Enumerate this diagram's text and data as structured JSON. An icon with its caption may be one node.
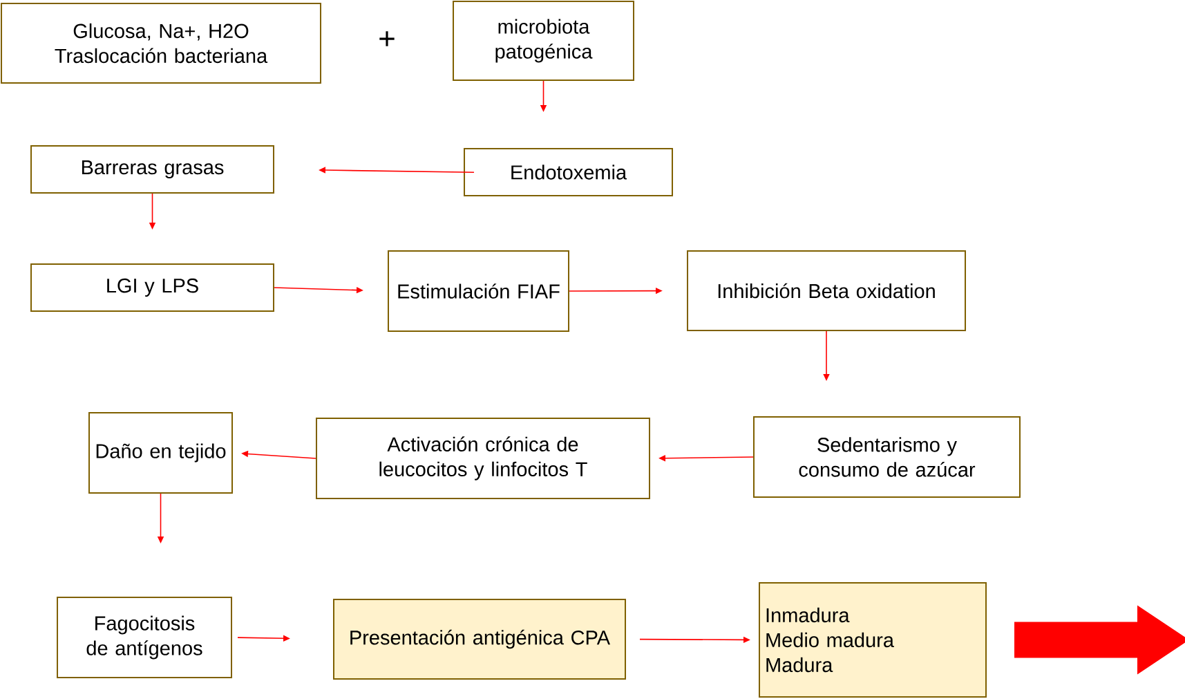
{
  "diagram": {
    "nodes": [
      {
        "text": [
          "Glucosa, Na+, H2O Traslocación bacteriana"
        ]
      },
      {
        "text": [
          "microbiota patogénica"
        ]
      },
      {
        "text": [
          "Barreras grasas"
        ]
      },
      {
        "text": [
          "Endotoxemia"
        ]
      },
      {
        "text": [
          "LGI y LPS"
        ]
      },
      {
        "text": [
          "Estimulación FIAF"
        ]
      },
      {
        "text": [
          "Inhibición Beta oxidation"
        ]
      },
      {
        "text": [
          "Daño en tejido"
        ]
      },
      {
        "text": [
          "Activación crónica de leucocitos y linfocitos T"
        ]
      },
      {
        "text": [
          "Sedentarismo y consumo de azúcar"
        ]
      },
      {
        "text": [
          "Fagocitosis de antígenos"
        ]
      },
      {
        "text": [
          "Presentación antigénica CPA"
        ]
      },
      {
        "text": [
          "Inmadura",
          "Medio madura",
          "Madura"
        ]
      }
    ],
    "edges": [
      {
        "from": 1,
        "to": null,
        "arrow": "to"
      },
      {
        "from": 3,
        "to": 2,
        "arrow": "to"
      },
      {
        "from": 2,
        "to": null,
        "arrow": "to"
      },
      {
        "from": 4,
        "to": 5,
        "arrow": "to"
      },
      {
        "from": 5,
        "to": 6,
        "arrow": "to"
      },
      {
        "from": 6,
        "to": null,
        "arrow": "to"
      },
      {
        "from": 9,
        "to": 8,
        "arrow": "to"
      },
      {
        "from": 8,
        "to": 7,
        "arrow": "to"
      },
      {
        "from": 7,
        "to": null,
        "arrow": "to"
      },
      {
        "from": 10,
        "to": 11,
        "arrow": "to"
      },
      {
        "from": 11,
        "to": 12,
        "arrow": "to"
      },
      {
        "from": 12,
        "to": null,
        "arrow": "to",
        "style": "thick"
      }
    ],
    "labels": [
      "+"
    ]
  }
}
